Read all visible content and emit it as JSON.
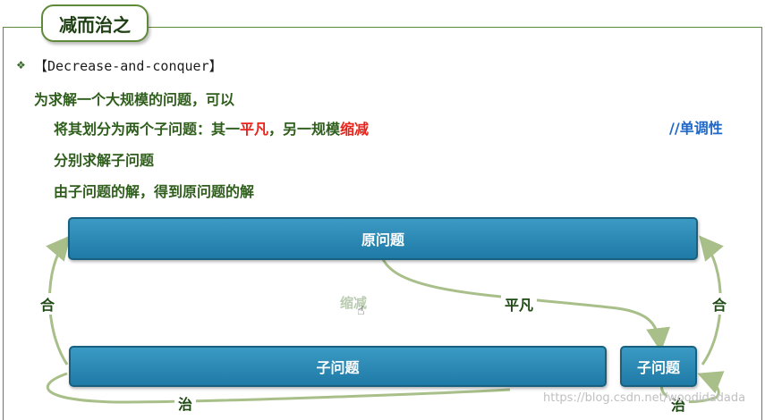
{
  "title": "减而治之",
  "bullet_term": "【Decrease-and-conquer】",
  "line1": "为求解一个大规模的问题，可以",
  "line2": {
    "pre": "将其划分为两个子问题：其一",
    "red1": "平凡",
    "mid": "，另一规模",
    "red2": "缩减"
  },
  "note": "//单调性",
  "line3": "分别求解子问题",
  "line4": "由子问题的解，得到原问题的解",
  "diagram": {
    "original": "原问题",
    "sub_large": "子问题",
    "sub_small": "子问题",
    "label_trivial": "平凡",
    "label_shrink": "缩减",
    "label_merge": "合",
    "label_solve": "治"
  },
  "watermark": "https://blog.csdn.net/woodidadada",
  "colors": {
    "bar": "#2589b5",
    "arrow": "#a8bf8a",
    "red": "#e8231a",
    "note": "#1f67c8"
  }
}
